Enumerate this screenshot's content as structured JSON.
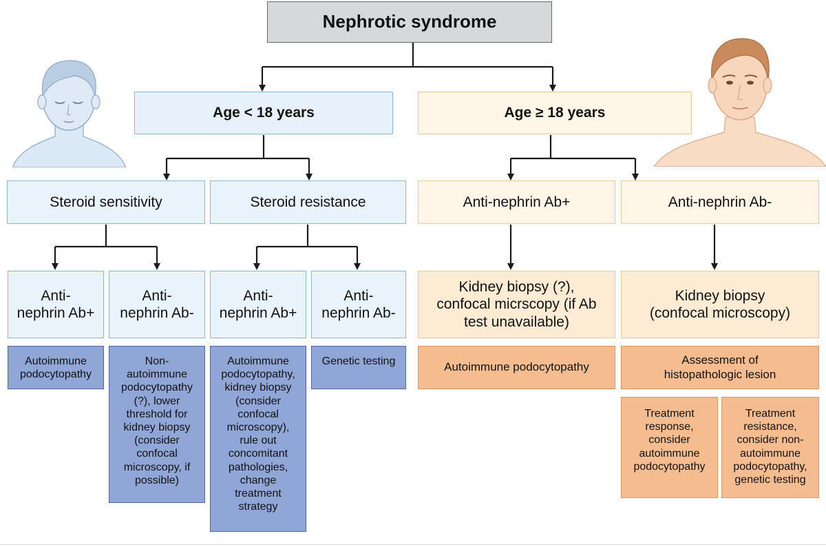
{
  "root": {
    "label": "Nephrotic syndrome"
  },
  "child": {
    "age_label": "Age < 18 years",
    "steroid_sensitivity": {
      "label": "Steroid sensitivity",
      "ab_pos": {
        "label": "Anti-\nnephrin Ab+",
        "outcome": "Autoimmune\npodocytopathy"
      },
      "ab_neg": {
        "label": "Anti-\nnephrin Ab-",
        "outcome": "Non-\nautoimmune\npodocytopathy\n(?), lower\nthreshold for\nkidney biopsy\n(consider\nconfocal\nmicroscopy, if\npossible)"
      }
    },
    "steroid_resistance": {
      "label": "Steroid resistance",
      "ab_pos": {
        "label": "Anti-\nnephrin Ab+",
        "outcome": "Autoimmune\npodocytopathy,\nkidney biopsy\n(consider\nconfocal\nmicroscopy),\nrule out\nconcomitant\npathologies,\nchange\ntreatment\nstrategy"
      },
      "ab_neg": {
        "label": "Anti-\nnephrin Ab-",
        "outcome": "Genetic testing"
      }
    }
  },
  "adult": {
    "age_label": "Age ≥ 18 years",
    "ab_pos": {
      "label": "Anti-nephrin Ab+",
      "step": "Kidney biopsy (?),\nconfocal micrscopy (if Ab\ntest unavailable)",
      "outcome": "Autoimmune podocytopathy"
    },
    "ab_neg": {
      "label": "Anti-nephrin Ab-",
      "step": "Kidney biopsy\n(confocal microscopy)",
      "outcome": "Assessment of\nhistopathologic lesion",
      "response": "Treatment\nresponse,\nconsider\nautoimmune\npodocytopathy",
      "resistance": "Treatment\nresistance,\nconsider non-\nautoimmune\npodocytopathy,\ngenetic testing"
    }
  },
  "colors": {
    "child_fill": "#e9f3fc",
    "child_outcome": "#8fa6d6",
    "adult_fill": "#fff6e8",
    "adult_outcome": "#f5bd8f",
    "root_fill": "#d6d8da"
  },
  "icons": [
    "child-illustration",
    "adult-illustration"
  ]
}
